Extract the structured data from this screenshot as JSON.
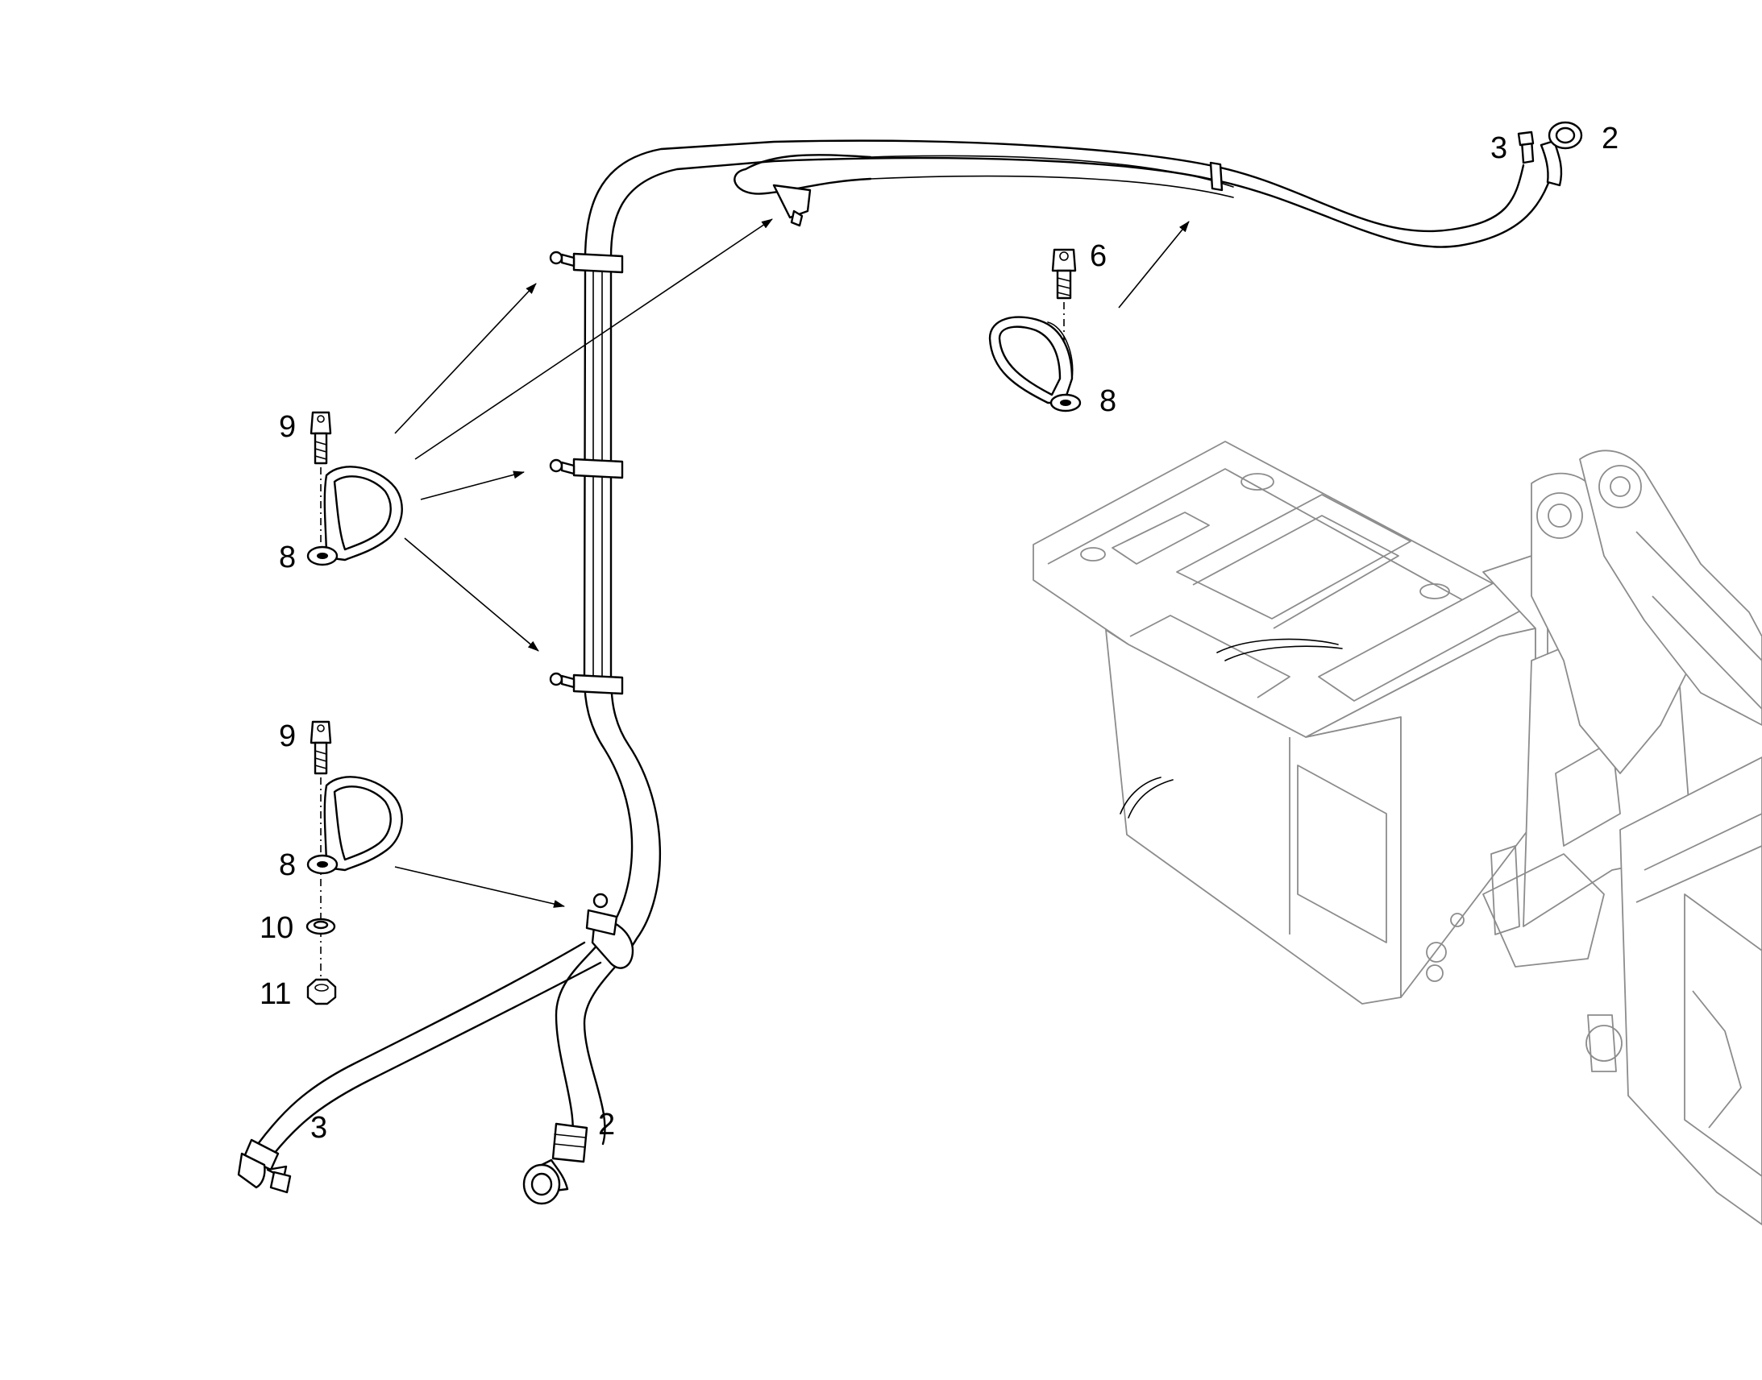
{
  "callouts": {
    "hose_top_2": "2",
    "hose_top_3": "3",
    "screw_top_6": "6",
    "clamp_top_8": "8",
    "screw_mid_9": "9",
    "clamp_mid_8": "8",
    "screw_low_9": "9",
    "clamp_low_8": "8",
    "washer_10": "10",
    "nut_11": "11",
    "hose_bottom_3": "3",
    "hose_bottom_2": "2"
  }
}
